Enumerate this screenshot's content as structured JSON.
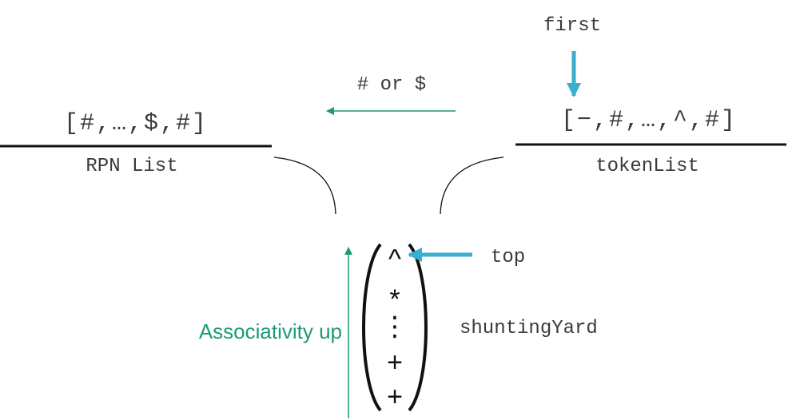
{
  "colors": {
    "teal": "#1a9a78",
    "blue": "#3aaed0",
    "ink": "#111111",
    "text": "#3a3a3a"
  },
  "rpn": {
    "list": "[#,…,$,#]",
    "label": "RPN List"
  },
  "token": {
    "list": "[−,#,…,^,#]",
    "label": "tokenList",
    "first_label": "first"
  },
  "transfer_label": "# or $",
  "stack": {
    "items": [
      "^",
      "*",
      "⋮",
      "+",
      "+"
    ],
    "label": "shuntingYard",
    "top_label": "top"
  },
  "associativity_label": "Associativity up"
}
